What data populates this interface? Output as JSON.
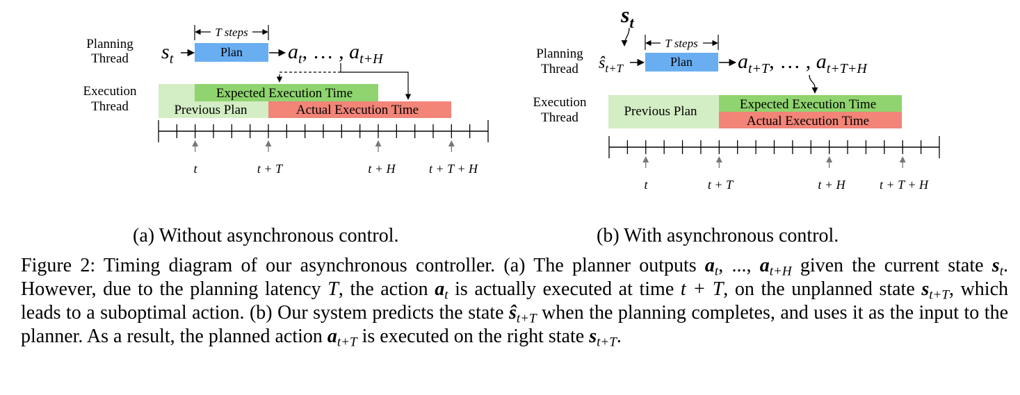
{
  "diagram": {
    "panel_a": {
      "planning_thread": [
        "Planning",
        "Thread"
      ],
      "execution_thread": [
        "Execution",
        "Thread"
      ],
      "state_input": "s",
      "state_input_sub": "t",
      "plan_box": "Plan",
      "t_steps": "T steps",
      "actions": {
        "first": "a",
        "first_sub": "t",
        "mid": ", … , ",
        "last": "a",
        "last_sub": "t+H"
      },
      "expected_execution": "Expected Execution Time",
      "previous_plan": "Previous Plan",
      "actual_execution": "Actual Execution Time",
      "tick_labels": [
        "t",
        "t + T",
        "t + H",
        "t + T + H"
      ]
    },
    "panel_b": {
      "state_input": "s",
      "state_input_sub": "t",
      "planning_thread": [
        "Planning",
        "Thread"
      ],
      "execution_thread": [
        "Execution",
        "Thread"
      ],
      "predicted_state": "ŝ",
      "predicted_state_sub": "t+T",
      "plan_box": "Plan",
      "t_steps": "T steps",
      "actions": {
        "first": "a",
        "first_sub": "t+T",
        "mid": ", … , ",
        "last": "a",
        "last_sub": "t+T+H"
      },
      "previous_plan": "Previous Plan",
      "expected_execution": "Expected Execution Time",
      "actual_execution": "Actual Execution Time",
      "tick_labels": [
        "t",
        "t + T",
        "t + H",
        "t + T + H"
      ]
    },
    "colors": {
      "plan": "#6aaef2",
      "previous_plan": "#d3edc4",
      "expected": "#8fd46e",
      "actual": "#f28478"
    }
  },
  "subcaptions": {
    "a": "(a) Without asynchronous control.",
    "b": "(b) With asynchronous control."
  },
  "caption": {
    "label": "Figure 2:",
    "segments": [
      " Timing diagram of our asynchronous controller. (a) The planner outputs ",
      "a",
      "t",
      ", ..., ",
      "a",
      "t+H",
      " given the current state ",
      "s",
      "t",
      ". However, due to the planning latency ",
      "T",
      ", the action ",
      "a",
      "t",
      " is actually executed at time ",
      "t + T",
      ", on the unplanned state ",
      "s",
      "t+T",
      ", which leads to a suboptimal action. (b) Our system predicts the state ",
      "ŝ",
      "t+T",
      " when the planning completes, and uses it as the input to the planner. As a result, the planned action ",
      "a",
      "t+T",
      " is executed on the right state ",
      "s",
      "t+T",
      "."
    ]
  }
}
